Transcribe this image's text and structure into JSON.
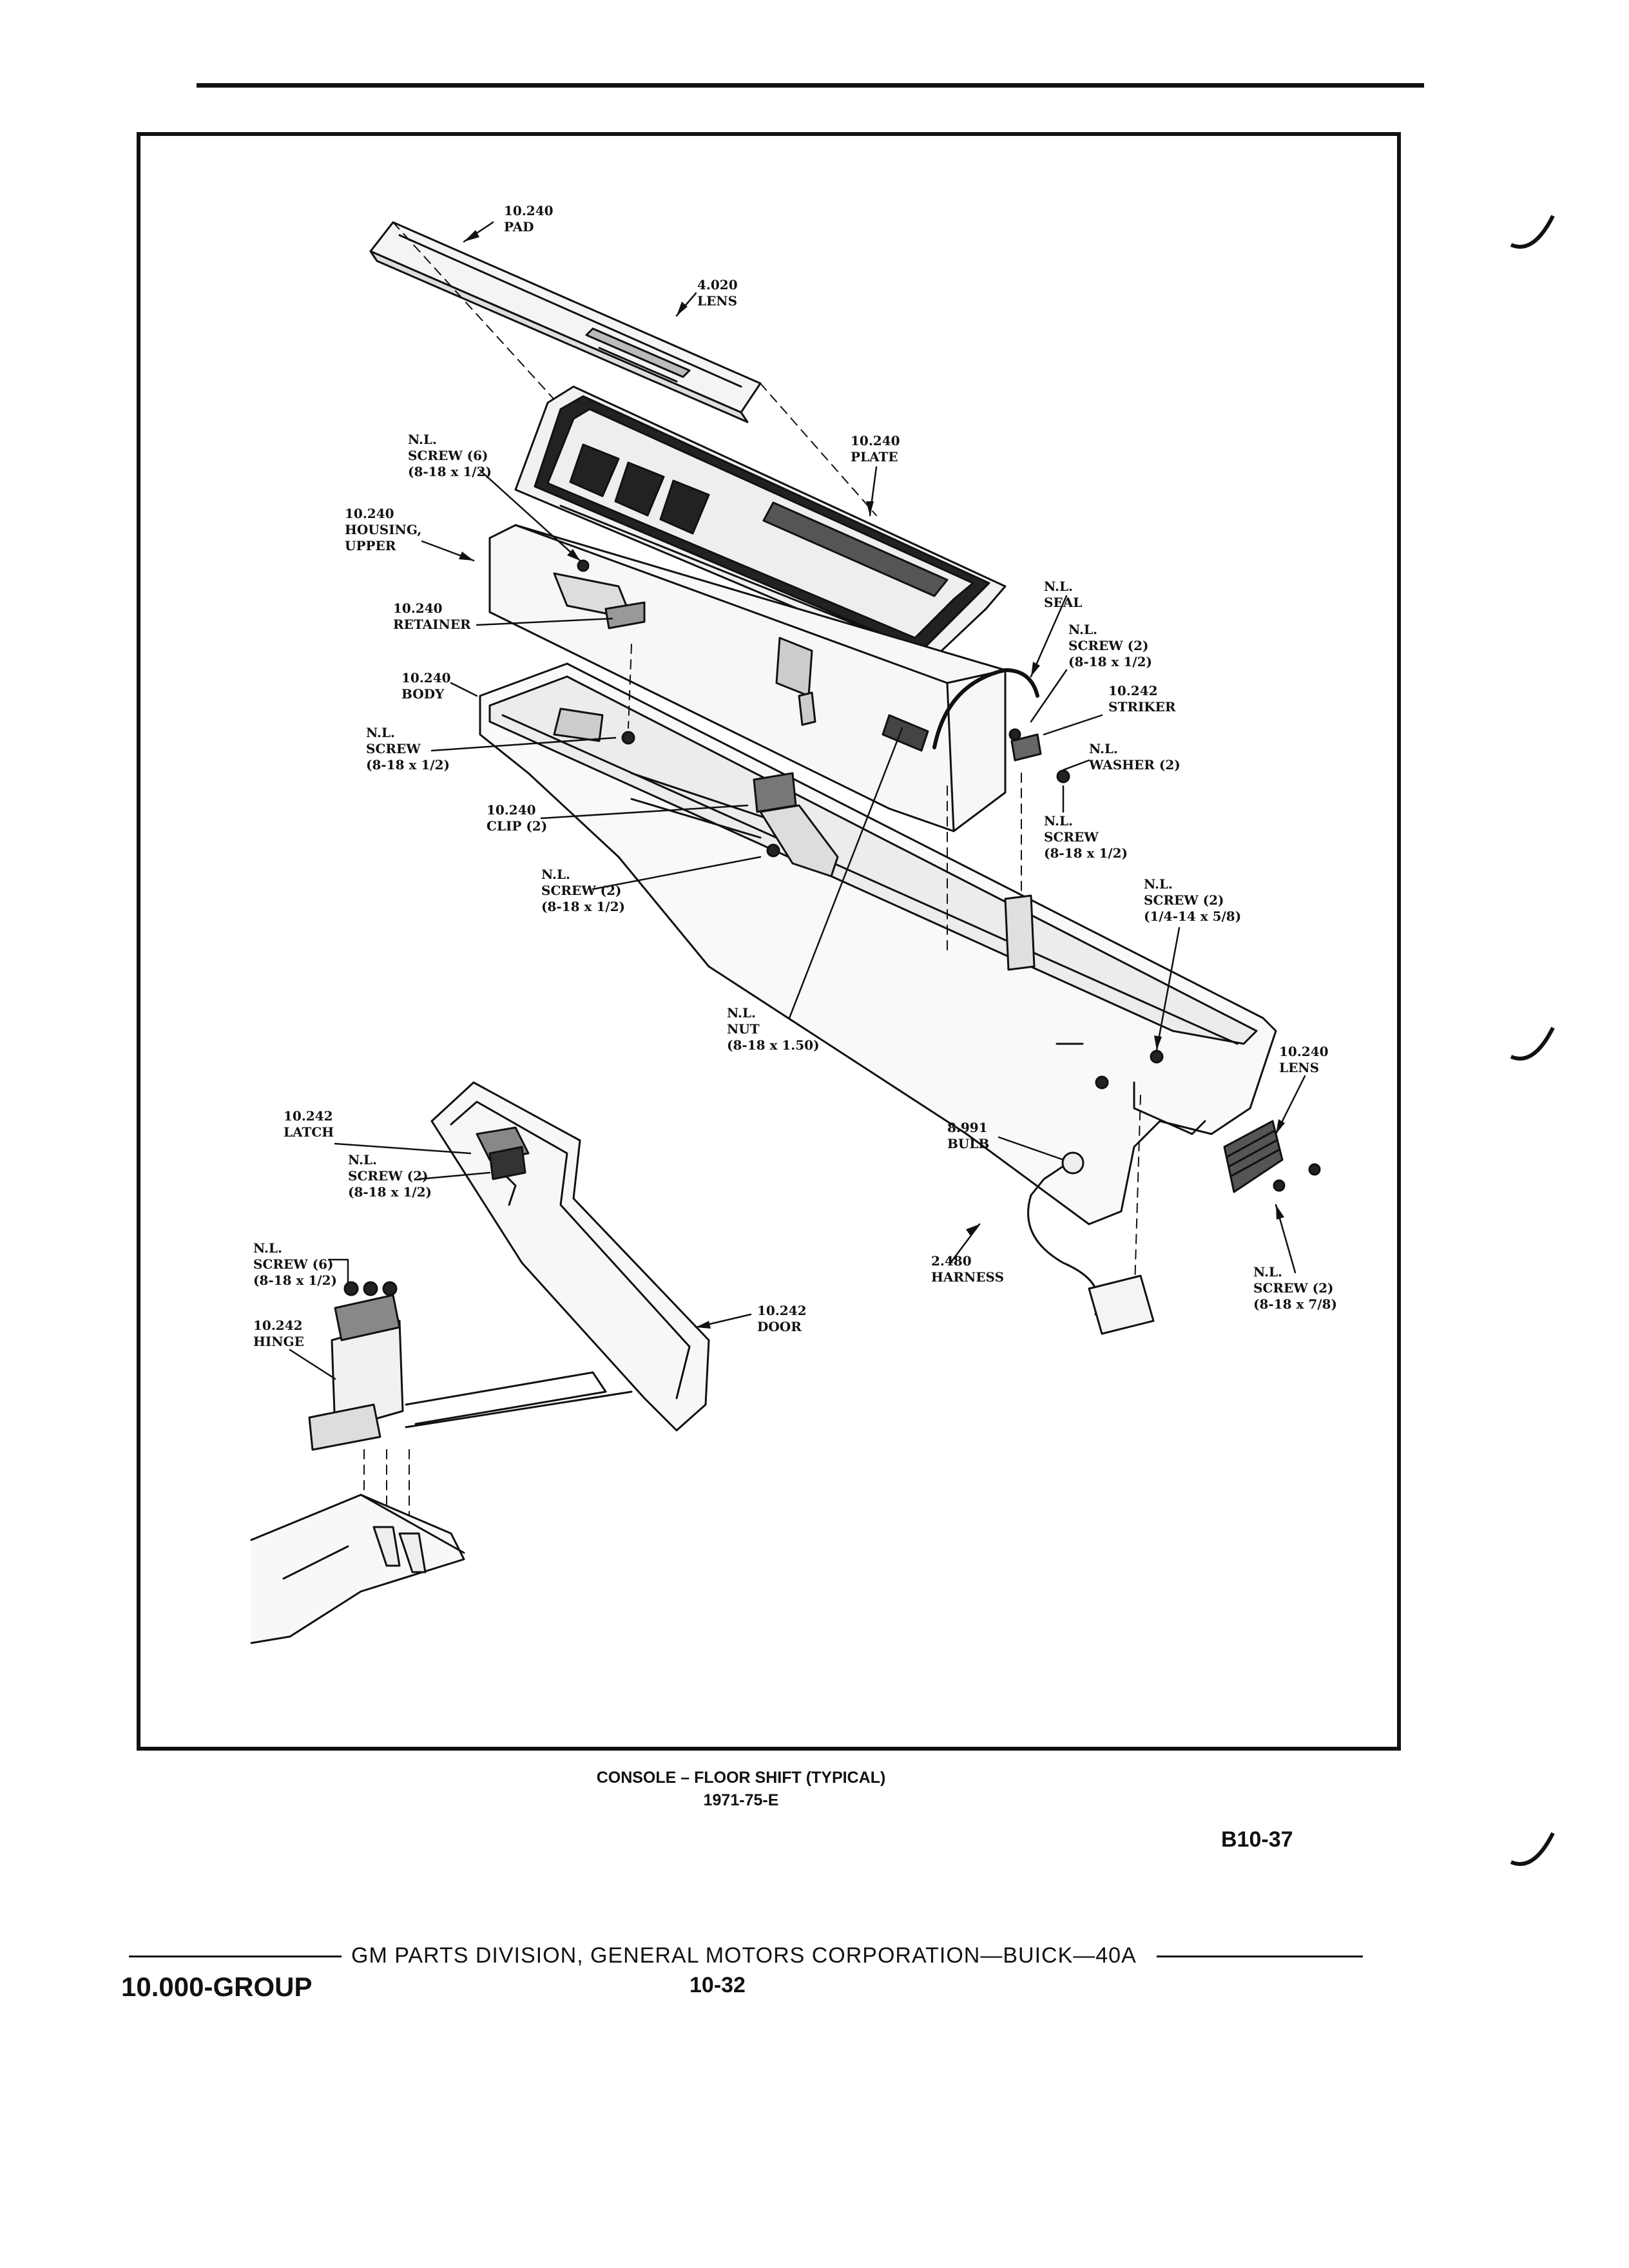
{
  "labels": {
    "pad": "10.240\nPAD",
    "lens_top": "4.020\nLENS",
    "screw6_top": "N.L.\nSCREW (6)\n(8-18 x 1/2)",
    "plate": "10.240\nPLATE",
    "housing_upper": "10.240\nHOUSING,\nUPPER",
    "retainer": "10.240\nRETAINER",
    "seal": "N.L.\nSEAL",
    "screw2_seal": "N.L.\nSCREW (2)\n(8-18 x 1/2)",
    "striker": "10.242\nSTRIKER",
    "body": "10.240\nBODY",
    "screw_body": "N.L.\nSCREW\n(8-18 x 1/2)",
    "washer": "N.L.\nWASHER (2)",
    "screw_washer": "N.L.\nSCREW\n(8-18 x 1/2)",
    "clip": "10.240\nCLIP (2)",
    "screw2_clip": "N.L.\nSCREW (2)\n(8-18 x 1/2)",
    "screw2_quarter": "N.L.\nSCREW (2)\n(1/4-14 x 5/8)",
    "nut": "N.L.\nNUT\n(8-18 x 1.50)",
    "lens_rear": "10.240\nLENS",
    "latch": "10.242\nLATCH",
    "screw2_latch": "N.L.\nSCREW (2)\n(8-18 x 1/2)",
    "bulb": "8.991\nBULB",
    "harness": "2.480\nHARNESS",
    "screw2_rear": "N.L.\nSCREW (2)\n(8-18 x 7/8)",
    "screw6_hinge": "N.L.\nSCREW (6)\n(8-18 x 1/2)",
    "door": "10.242\nDOOR",
    "hinge": "10.242\nHINGE"
  },
  "caption": {
    "line1": "CONSOLE – FLOOR SHIFT (TYPICAL)",
    "line2": "1971-75-E"
  },
  "figure_id": "B10-37",
  "footer": {
    "division": "GM PARTS DIVISION, GENERAL MOTORS CORPORATION—BUICK—40A",
    "group": "10.000-GROUP",
    "page": "10-32"
  }
}
